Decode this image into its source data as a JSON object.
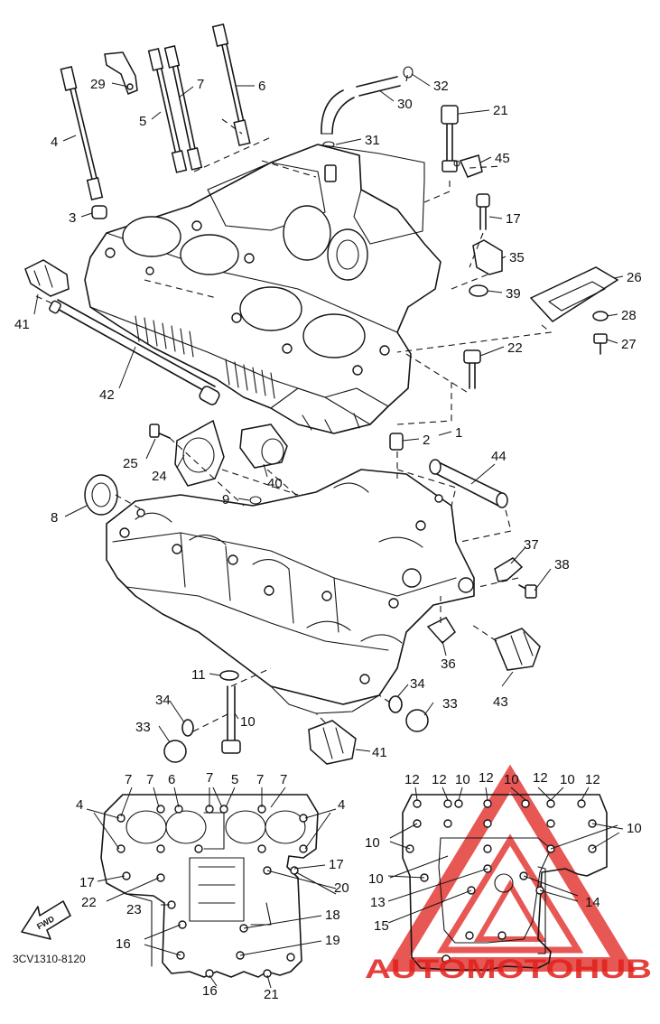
{
  "diagram": {
    "part_labels": [
      {
        "id": "l29",
        "text": "29"
      },
      {
        "id": "l7a",
        "text": "7"
      },
      {
        "id": "l6a",
        "text": "6"
      },
      {
        "id": "l32",
        "text": "32"
      },
      {
        "id": "l30",
        "text": "30"
      },
      {
        "id": "l21a",
        "text": "21"
      },
      {
        "id": "l4a",
        "text": "4"
      },
      {
        "id": "l5a",
        "text": "5"
      },
      {
        "id": "l31",
        "text": "31"
      },
      {
        "id": "l45",
        "text": "45"
      },
      {
        "id": "l3",
        "text": "3"
      },
      {
        "id": "l17a",
        "text": "17"
      },
      {
        "id": "l35",
        "text": "35"
      },
      {
        "id": "l26",
        "text": "26"
      },
      {
        "id": "l39",
        "text": "39"
      },
      {
        "id": "l28",
        "text": "28"
      },
      {
        "id": "l41a",
        "text": "41"
      },
      {
        "id": "l27",
        "text": "27"
      },
      {
        "id": "l22a",
        "text": "22"
      },
      {
        "id": "l42",
        "text": "42"
      },
      {
        "id": "l2",
        "text": "2"
      },
      {
        "id": "l1",
        "text": "1"
      },
      {
        "id": "l25",
        "text": "25"
      },
      {
        "id": "l44",
        "text": "44"
      },
      {
        "id": "l24",
        "text": "24"
      },
      {
        "id": "l40",
        "text": "40"
      },
      {
        "id": "l9",
        "text": "9"
      },
      {
        "id": "l8",
        "text": "8"
      },
      {
        "id": "l37",
        "text": "37"
      },
      {
        "id": "l38",
        "text": "38"
      },
      {
        "id": "l36",
        "text": "36"
      },
      {
        "id": "l43",
        "text": "43"
      },
      {
        "id": "l11",
        "text": "11"
      },
      {
        "id": "l34a",
        "text": "34"
      },
      {
        "id": "l34b",
        "text": "34"
      },
      {
        "id": "l33a",
        "text": "33"
      },
      {
        "id": "l10a",
        "text": "10"
      },
      {
        "id": "l33b",
        "text": "33"
      },
      {
        "id": "l41b",
        "text": "41"
      },
      {
        "id": "g7a",
        "text": "7"
      },
      {
        "id": "g7b",
        "text": "7"
      },
      {
        "id": "g6",
        "text": "6"
      },
      {
        "id": "g7c",
        "text": "7"
      },
      {
        "id": "g5",
        "text": "5"
      },
      {
        "id": "g7d",
        "text": "7"
      },
      {
        "id": "g7e",
        "text": "7"
      },
      {
        "id": "g4a",
        "text": "4"
      },
      {
        "id": "g4b",
        "text": "4"
      },
      {
        "id": "g17a",
        "text": "17"
      },
      {
        "id": "g17b",
        "text": "17"
      },
      {
        "id": "g20",
        "text": "20"
      },
      {
        "id": "g22",
        "text": "22"
      },
      {
        "id": "g23",
        "text": "23"
      },
      {
        "id": "g18",
        "text": "18"
      },
      {
        "id": "g16a",
        "text": "16"
      },
      {
        "id": "g19",
        "text": "19"
      },
      {
        "id": "g16b",
        "text": "16"
      },
      {
        "id": "g21",
        "text": "21"
      },
      {
        "id": "b12a",
        "text": "12"
      },
      {
        "id": "b12b",
        "text": "12"
      },
      {
        "id": "b10a",
        "text": "10"
      },
      {
        "id": "b12c",
        "text": "12"
      },
      {
        "id": "b10b",
        "text": "10"
      },
      {
        "id": "b12d",
        "text": "12"
      },
      {
        "id": "b10c",
        "text": "10"
      },
      {
        "id": "b12e",
        "text": "12"
      },
      {
        "id": "b10d",
        "text": "10"
      },
      {
        "id": "b10e",
        "text": "10"
      },
      {
        "id": "b10f",
        "text": "10"
      },
      {
        "id": "b13",
        "text": "13"
      },
      {
        "id": "b14",
        "text": "14"
      },
      {
        "id": "b15",
        "text": "15"
      }
    ],
    "drawing_code": "3CV1310-8120",
    "fwd_arrow_text": "FWD",
    "watermark": {
      "text": "AUTOMOTOHUB",
      "primary_color": "#e0201c",
      "secondary_color": "#f2a33a"
    }
  }
}
